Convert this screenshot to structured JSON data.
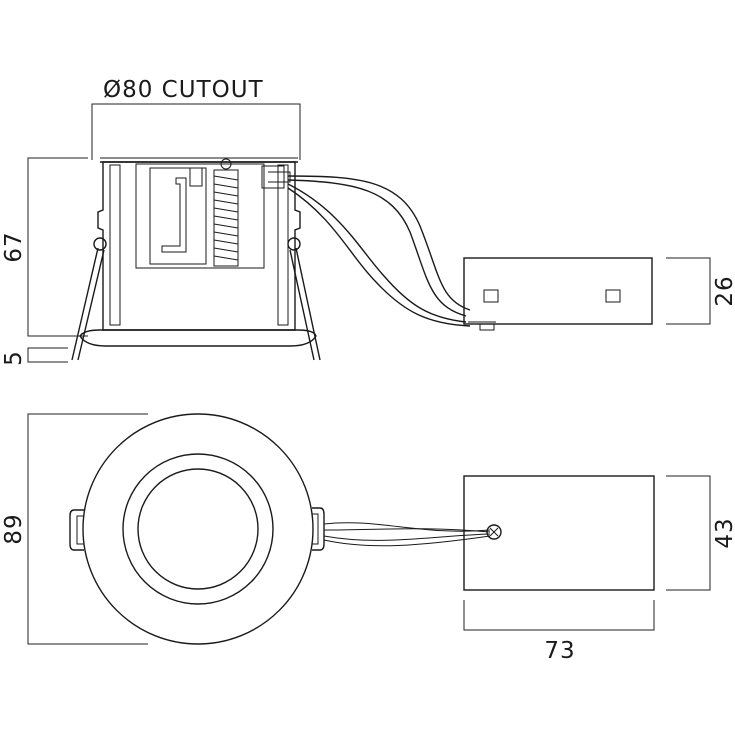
{
  "labels": {
    "cutout": "Ø80 CUTOUT",
    "height_body": "67",
    "height_bezel": "5",
    "driver_height": "26",
    "diameter": "89",
    "driver_width": "43",
    "driver_length": "73"
  }
}
